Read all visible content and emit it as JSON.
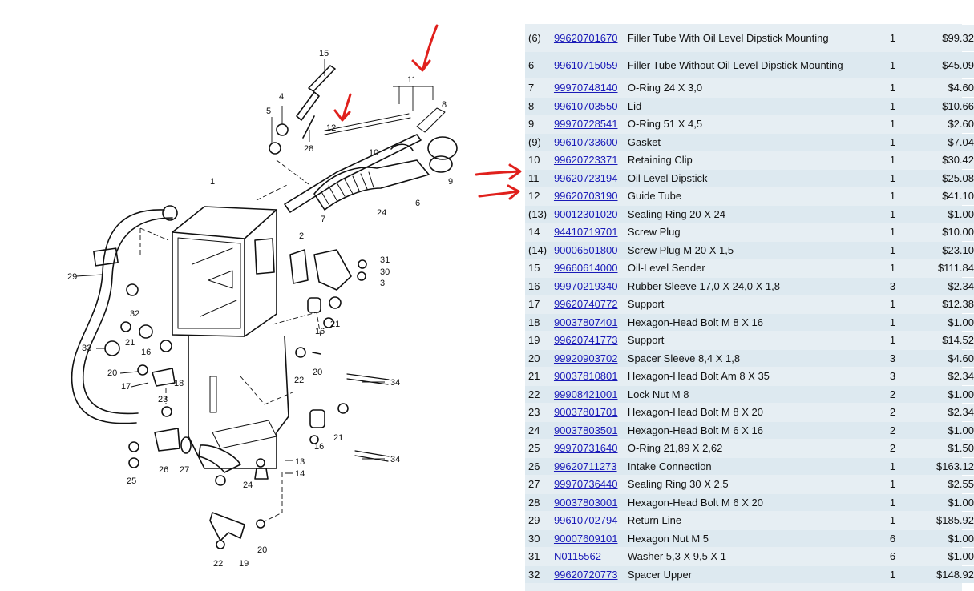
{
  "diagram": {
    "callouts": [
      {
        "id": "c15",
        "label": "15"
      },
      {
        "id": "c4",
        "label": "4"
      },
      {
        "id": "c5",
        "label": "5"
      },
      {
        "id": "c28",
        "label": "28"
      },
      {
        "id": "c12",
        "label": "12"
      },
      {
        "id": "c11",
        "label": "11"
      },
      {
        "id": "c8",
        "label": "8"
      },
      {
        "id": "c10",
        "label": "10"
      },
      {
        "id": "c9",
        "label": "9"
      },
      {
        "id": "c6",
        "label": "6"
      },
      {
        "id": "c1",
        "label": "1"
      },
      {
        "id": "c24a",
        "label": "24"
      },
      {
        "id": "c7",
        "label": "7"
      },
      {
        "id": "c2",
        "label": "2"
      },
      {
        "id": "c31",
        "label": "31"
      },
      {
        "id": "c30",
        "label": "30"
      },
      {
        "id": "c3",
        "label": "3"
      },
      {
        "id": "c29",
        "label": "29"
      },
      {
        "id": "c32",
        "label": "32"
      },
      {
        "id": "c16a",
        "label": "16"
      },
      {
        "id": "c21a",
        "label": "21"
      },
      {
        "id": "c33",
        "label": "33"
      },
      {
        "id": "c21b",
        "label": "21"
      },
      {
        "id": "c16b",
        "label": "16"
      },
      {
        "id": "c20a",
        "label": "20"
      },
      {
        "id": "c18",
        "label": "18"
      },
      {
        "id": "c17",
        "label": "17"
      },
      {
        "id": "c22a",
        "label": "22"
      },
      {
        "id": "c20b",
        "label": "20"
      },
      {
        "id": "c34a",
        "label": "34"
      },
      {
        "id": "c23",
        "label": "23"
      },
      {
        "id": "c21c",
        "label": "21"
      },
      {
        "id": "c16c",
        "label": "16"
      },
      {
        "id": "c34b",
        "label": "34"
      },
      {
        "id": "c25",
        "label": "25"
      },
      {
        "id": "c26",
        "label": "26"
      },
      {
        "id": "c27",
        "label": "27"
      },
      {
        "id": "c13",
        "label": "13"
      },
      {
        "id": "c14",
        "label": "14"
      },
      {
        "id": "c24b",
        "label": "24"
      },
      {
        "id": "c20c",
        "label": "20"
      },
      {
        "id": "c22b",
        "label": "22"
      },
      {
        "id": "c19",
        "label": "19"
      }
    ],
    "annotation_color": "#e0201c"
  },
  "parts": [
    {
      "pos": "(6)",
      "number": "99620701670",
      "desc": "Filler Tube With Oil Level Dipstick Mounting",
      "qty": "1",
      "price": "$99.32"
    },
    {
      "pos": "6",
      "number": "99610715059",
      "desc": "Filler Tube Without Oil Level Dipstick Mounting",
      "qty": "1",
      "price": "$45.09"
    },
    {
      "pos": "7",
      "number": "99970748140",
      "desc": "O-Ring 24 X 3,0",
      "qty": "1",
      "price": "$4.60"
    },
    {
      "pos": "8",
      "number": "99610703550",
      "desc": "Lid",
      "qty": "1",
      "price": "$10.66"
    },
    {
      "pos": "9",
      "number": "99970728541",
      "desc": "O-Ring 51 X 4,5",
      "qty": "1",
      "price": "$2.60"
    },
    {
      "pos": "(9)",
      "number": "99610733600",
      "desc": "Gasket",
      "qty": "1",
      "price": "$7.04"
    },
    {
      "pos": "10",
      "number": "99620723371",
      "desc": "Retaining Clip",
      "qty": "1",
      "price": "$30.42"
    },
    {
      "pos": "11",
      "number": "99620723194",
      "desc": "Oil Level Dipstick",
      "qty": "1",
      "price": "$25.08"
    },
    {
      "pos": "12",
      "number": "99620703190",
      "desc": "Guide Tube",
      "qty": "1",
      "price": "$41.10"
    },
    {
      "pos": "(13)",
      "number": "90012301020",
      "desc": "Sealing Ring 20 X 24",
      "qty": "1",
      "price": "$1.00"
    },
    {
      "pos": "14",
      "number": "94410719701",
      "desc": "Screw Plug",
      "qty": "1",
      "price": "$10.00"
    },
    {
      "pos": "(14)",
      "number": "90006501800",
      "desc": "Screw Plug M 20 X 1,5",
      "qty": "1",
      "price": "$23.10"
    },
    {
      "pos": "15",
      "number": "99660614000",
      "desc": "Oil-Level Sender",
      "qty": "1",
      "price": "$111.84"
    },
    {
      "pos": "16",
      "number": "99970219340",
      "desc": "Rubber Sleeve 17,0 X 24,0 X 1,8",
      "qty": "3",
      "price": "$2.34"
    },
    {
      "pos": "17",
      "number": "99620740772",
      "desc": "Support",
      "qty": "1",
      "price": "$12.38"
    },
    {
      "pos": "18",
      "number": "90037807401",
      "desc": "Hexagon-Head Bolt M 8 X 16",
      "qty": "1",
      "price": "$1.00"
    },
    {
      "pos": "19",
      "number": "99620741773",
      "desc": "Support",
      "qty": "1",
      "price": "$14.52"
    },
    {
      "pos": "20",
      "number": "99920903702",
      "desc": "Spacer Sleeve 8,4 X 1,8",
      "qty": "3",
      "price": "$4.60"
    },
    {
      "pos": "21",
      "number": "90037810801",
      "desc": "Hexagon-Head Bolt Am 8 X 35",
      "qty": "3",
      "price": "$2.34"
    },
    {
      "pos": "22",
      "number": "99908421001",
      "desc": "Lock Nut M 8",
      "qty": "2",
      "price": "$1.00"
    },
    {
      "pos": "23",
      "number": "90037801701",
      "desc": "Hexagon-Head Bolt M 8 X 20",
      "qty": "2",
      "price": "$2.34"
    },
    {
      "pos": "24",
      "number": "90037803501",
      "desc": "Hexagon-Head Bolt M 6 X 16",
      "qty": "2",
      "price": "$1.00"
    },
    {
      "pos": "25",
      "number": "99970731640",
      "desc": "O-Ring 21,89 X 2,62",
      "qty": "2",
      "price": "$1.50"
    },
    {
      "pos": "26",
      "number": "99620711273",
      "desc": "Intake Connection",
      "qty": "1",
      "price": "$163.12"
    },
    {
      "pos": "27",
      "number": "99970736440",
      "desc": "Sealing Ring 30 X 2,5",
      "qty": "1",
      "price": "$2.55"
    },
    {
      "pos": "28",
      "number": "90037803001",
      "desc": "Hexagon-Head Bolt M 6 X 20",
      "qty": "1",
      "price": "$1.00"
    },
    {
      "pos": "29",
      "number": "99610702794",
      "desc": "Return Line",
      "qty": "1",
      "price": "$185.92"
    },
    {
      "pos": "30",
      "number": "90007609101",
      "desc": "Hexagon Nut M 5",
      "qty": "6",
      "price": "$1.00"
    },
    {
      "pos": "31",
      "number": "N0115562",
      "desc": "Washer 5,3 X 9,5 X 1",
      "qty": "6",
      "price": "$1.00"
    },
    {
      "pos": "32",
      "number": "99620720773",
      "desc": "Spacer Upper",
      "qty": "1",
      "price": "$148.92"
    }
  ]
}
